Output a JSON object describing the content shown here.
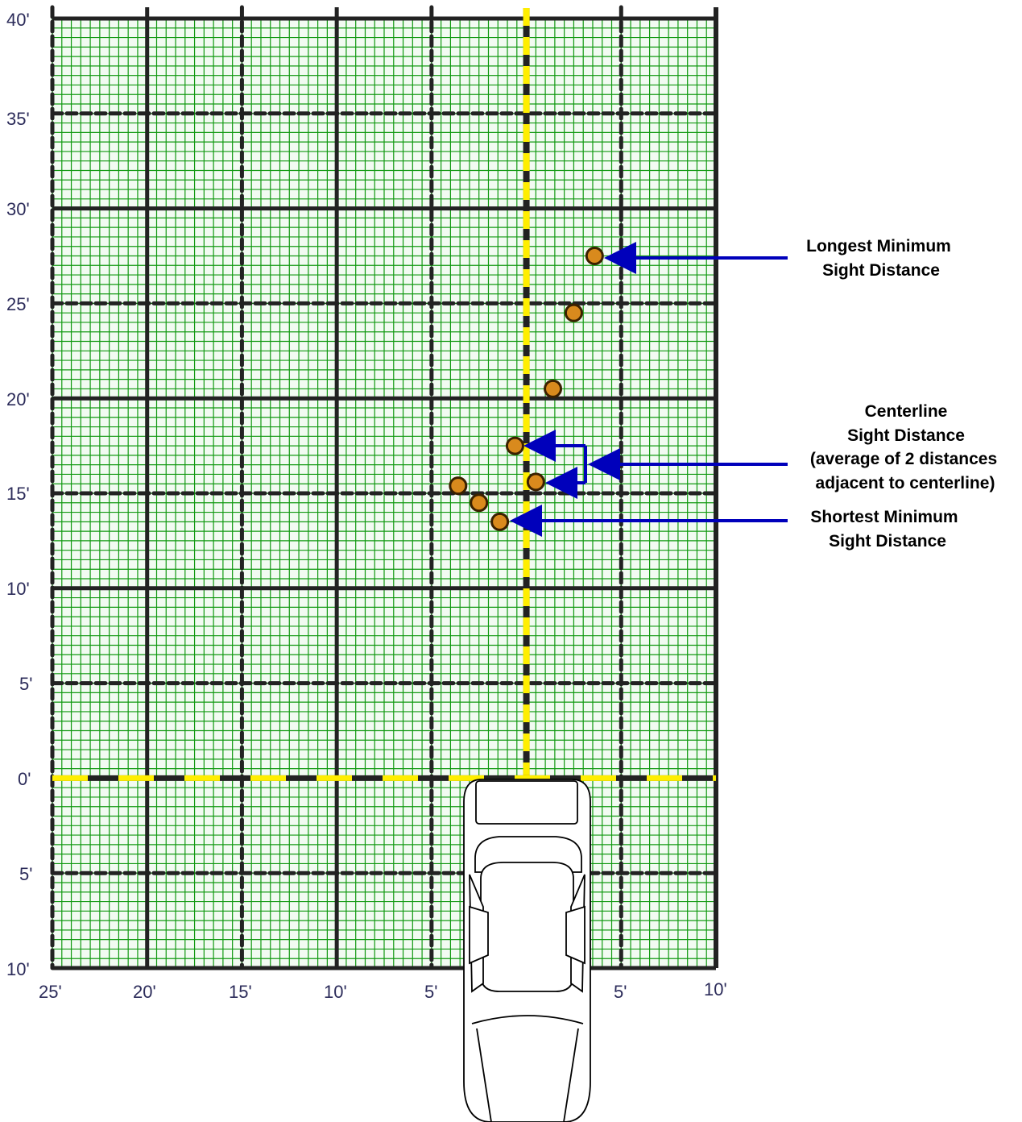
{
  "colors": {
    "background_grid": "#119911",
    "cell_fill": "#f2fbf2",
    "major_line": "#222222",
    "centerline": "#ffee00",
    "marker_fill": "#d98a1d",
    "marker_stroke": "#3a2000",
    "arrow": "#0000bb",
    "axis_text": "#2c2c5a"
  },
  "axes": {
    "y_labels": [
      "40'",
      "35'",
      "30'",
      "25'",
      "20'",
      "15'",
      "10'",
      "5'",
      "0'",
      "5'",
      "10'"
    ],
    "x_labels": [
      "25'",
      "20'",
      "15'",
      "10'",
      "5'",
      "5'",
      "10'"
    ]
  },
  "chart_data": {
    "type": "scatter",
    "title": "",
    "xlabel": "",
    "ylabel": "",
    "x_range": [
      -25,
      10
    ],
    "y_range": [
      -10,
      40
    ],
    "x_unit": "ft (left of centerline negative)",
    "y_unit": "ft (ahead of vehicle positive)",
    "centerline_x": 0,
    "points": [
      {
        "x": 3.6,
        "y": 27.5
      },
      {
        "x": 2.5,
        "y": 24.5
      },
      {
        "x": 1.4,
        "y": 20.5
      },
      {
        "x": -0.6,
        "y": 17.5
      },
      {
        "x": 0.5,
        "y": 15.6
      },
      {
        "x": -3.6,
        "y": 15.4
      },
      {
        "x": -2.5,
        "y": 14.5
      },
      {
        "x": -1.4,
        "y": 13.5
      }
    ]
  },
  "annotations": [
    {
      "lines": [
        "Longest Minimum",
        "Sight Distance"
      ]
    },
    {
      "lines": [
        "Centerline",
        "Sight Distance",
        "(average of 2 distances",
        "adjacent to centerline)"
      ]
    },
    {
      "lines": [
        "Shortest Minimum",
        "Sight Distance"
      ]
    }
  ],
  "vehicle": {
    "icon": "car-top-view-icon"
  }
}
